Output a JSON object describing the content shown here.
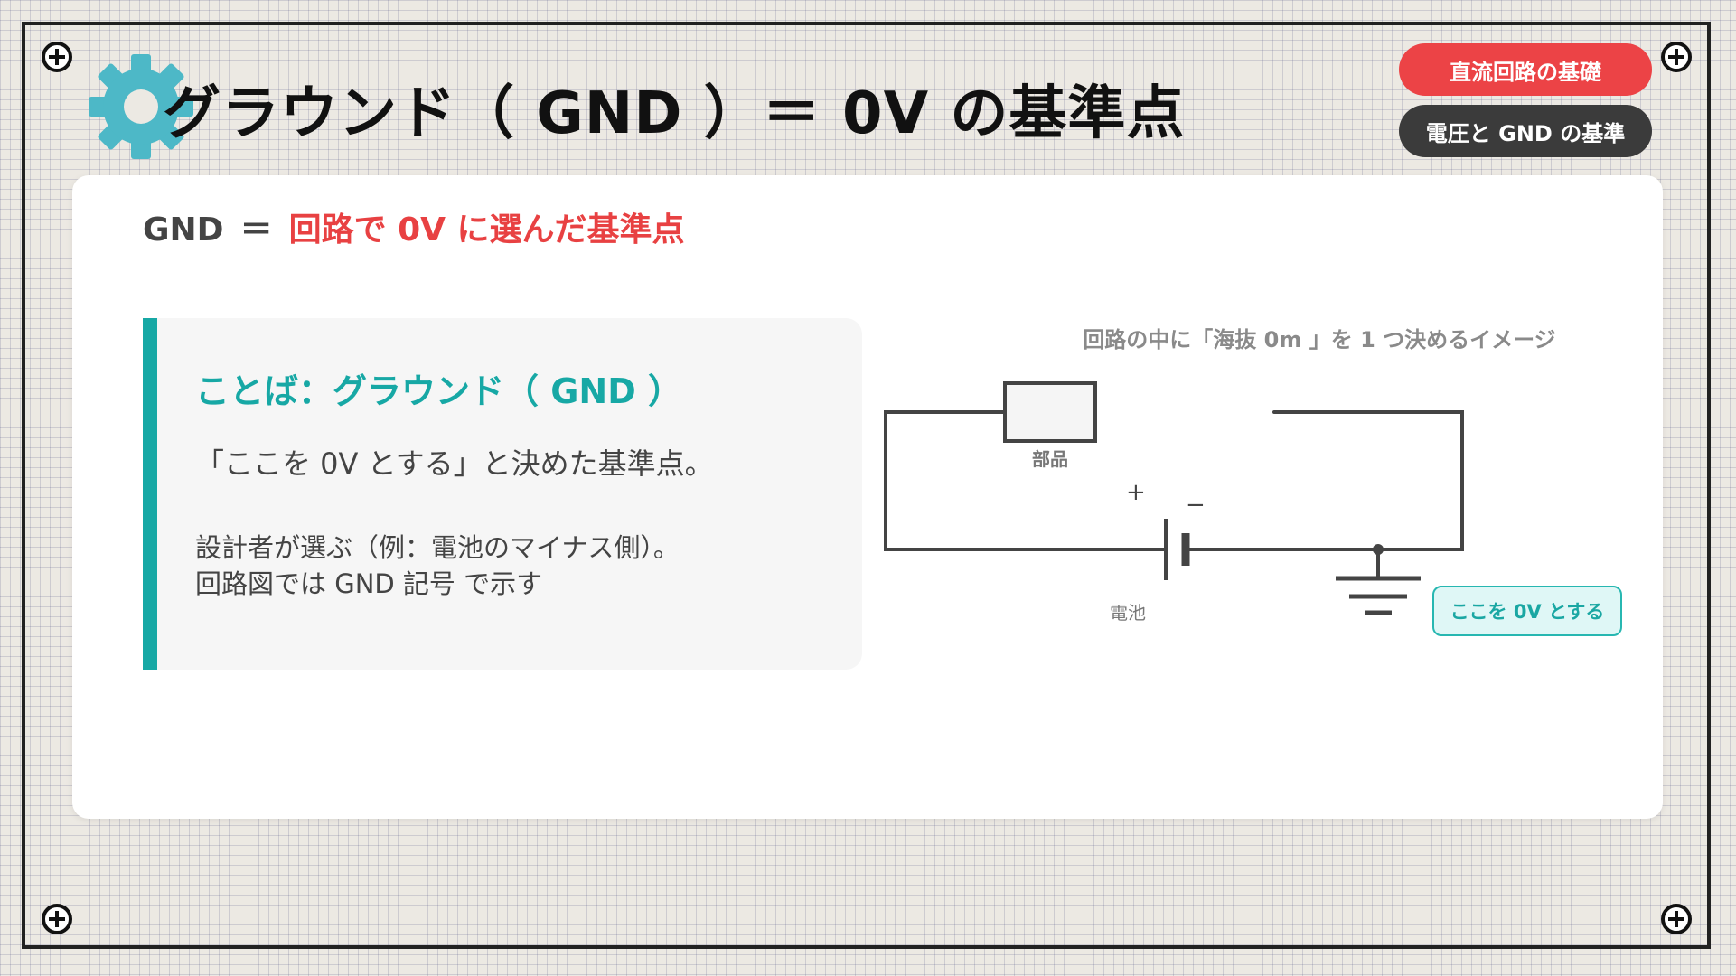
{
  "header": {
    "title": "グラウンド（ GND ）＝ 0V の基準点",
    "badges": [
      "直流回路の基礎",
      "電圧と GND の基準"
    ]
  },
  "headline": {
    "gnd": "GND",
    "equals": "＝",
    "emphasis": "回路で 0V に選んだ基準点"
  },
  "term": {
    "title": "ことば：グラウンド（ GND ）",
    "definition": "「ここを 0V とする」と決めた基準点。",
    "notes": [
      "設計者が選ぶ（例：電池のマイナス側）。",
      "回路図では GND 記号 で示す"
    ]
  },
  "diagram": {
    "caption": "回路の中に「海抜 0m 」を 1 つ決めるイメージ",
    "component_label": "部品",
    "battery_label": "電池",
    "plus": "+",
    "minus": "−",
    "zero_tag": "ここを 0V とする"
  },
  "colors": {
    "accent_teal": "#17a8a5",
    "accent_red": "#ec4346",
    "dark_badge": "#3b3b3b"
  }
}
